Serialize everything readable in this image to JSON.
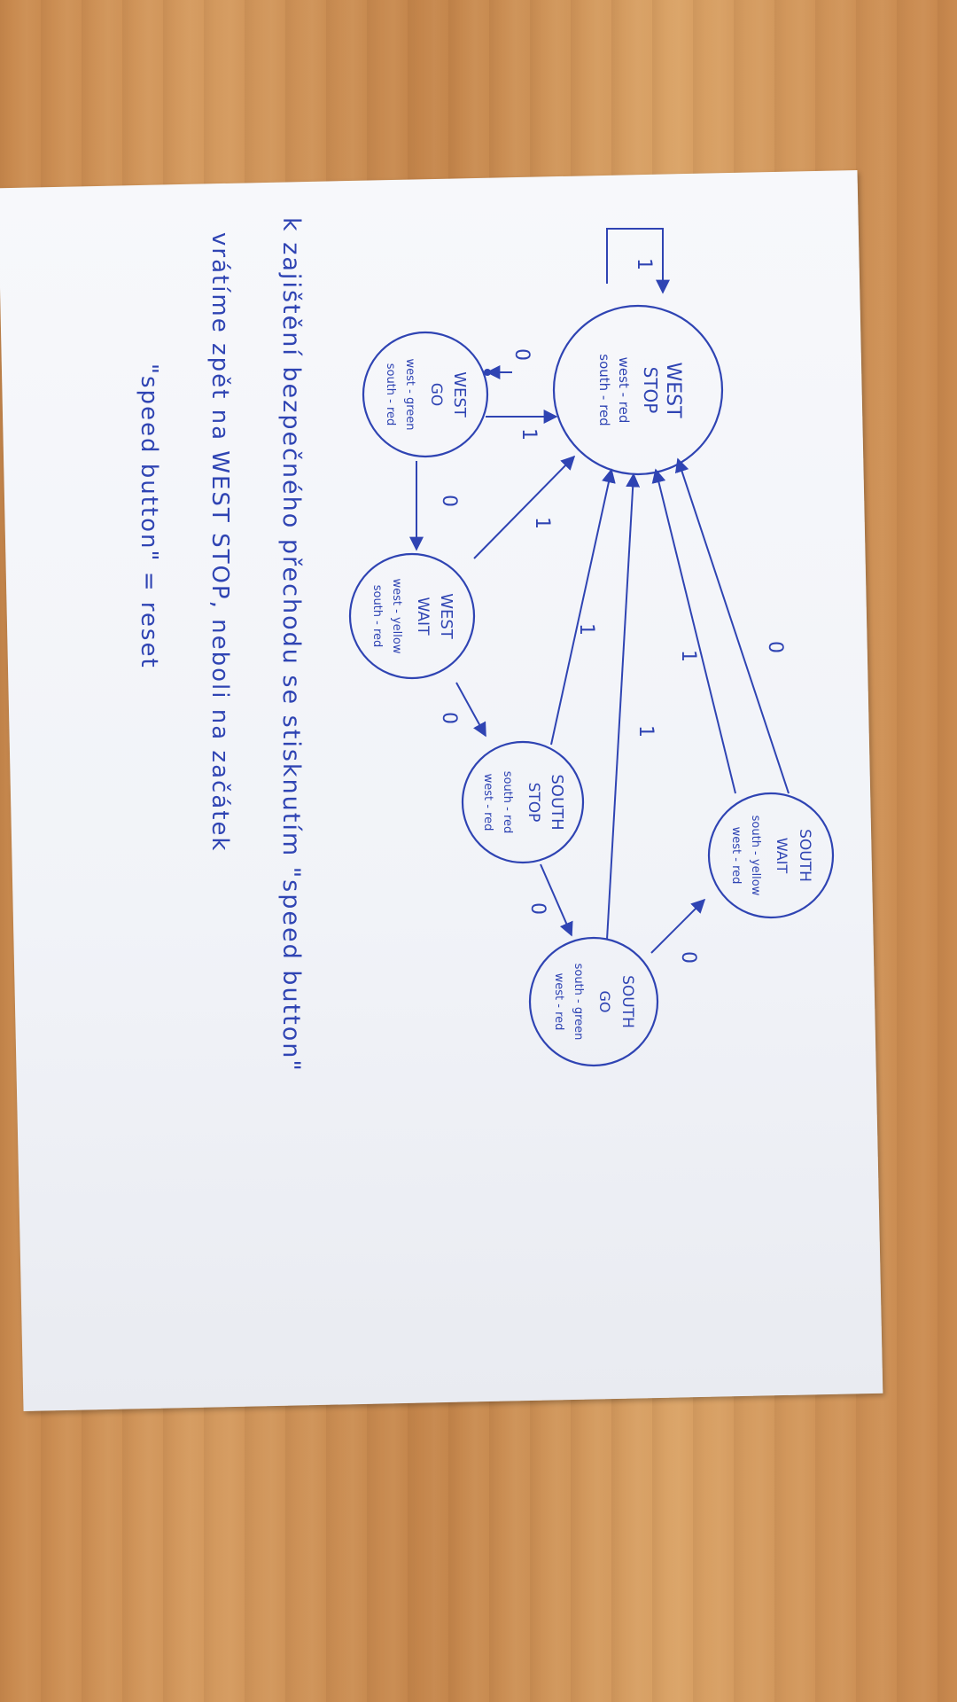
{
  "diagram": {
    "states": [
      {
        "id": "west_stop",
        "lines": [
          "WEST",
          "STOP",
          "west - red",
          "south - red"
        ]
      },
      {
        "id": "west_go",
        "lines": [
          "WEST",
          "GO",
          "west - green",
          "south - red"
        ]
      },
      {
        "id": "west_wait",
        "lines": [
          "WEST",
          "WAIT",
          "west - yellow",
          "south - red"
        ]
      },
      {
        "id": "south_stop",
        "lines": [
          "SOUTH",
          "STOP",
          "south - red",
          "west - red"
        ]
      },
      {
        "id": "south_go",
        "lines": [
          "SOUTH",
          "GO",
          "south - green",
          "west - red"
        ]
      },
      {
        "id": "south_wait",
        "lines": [
          "SOUTH",
          "WAIT",
          "south - yellow",
          "west - red"
        ]
      }
    ],
    "transitions": [
      {
        "from": "west_stop",
        "to": "west_stop",
        "label": "1"
      },
      {
        "from": "west_stop",
        "to": "west_go",
        "label": "0"
      },
      {
        "from": "west_go",
        "to": "west_stop",
        "label": "1"
      },
      {
        "from": "west_go",
        "to": "west_wait",
        "label": "0"
      },
      {
        "from": "west_wait",
        "to": "west_stop",
        "label": "1"
      },
      {
        "from": "west_wait",
        "to": "south_stop",
        "label": "0"
      },
      {
        "from": "south_stop",
        "to": "west_stop",
        "label": "1"
      },
      {
        "from": "south_stop",
        "to": "south_go",
        "label": "0"
      },
      {
        "from": "south_go",
        "to": "west_stop",
        "label": "1"
      },
      {
        "from": "south_go",
        "to": "south_wait",
        "label": "0"
      },
      {
        "from": "south_wait",
        "to": "west_stop",
        "label": "1"
      },
      {
        "from": "south_wait",
        "to": "west_stop",
        "label": "0"
      }
    ]
  },
  "notes": [
    "k zajištění bezpečného přechodu se stisknutím \"speed button\"",
    "vrátíme zpět na WEST STOP, neboli na začátek",
    "\"speed button\" = reset"
  ],
  "colors": {
    "ink": "#2f44b3",
    "paper": "#f3f4f8",
    "wood": "#c98d53"
  }
}
